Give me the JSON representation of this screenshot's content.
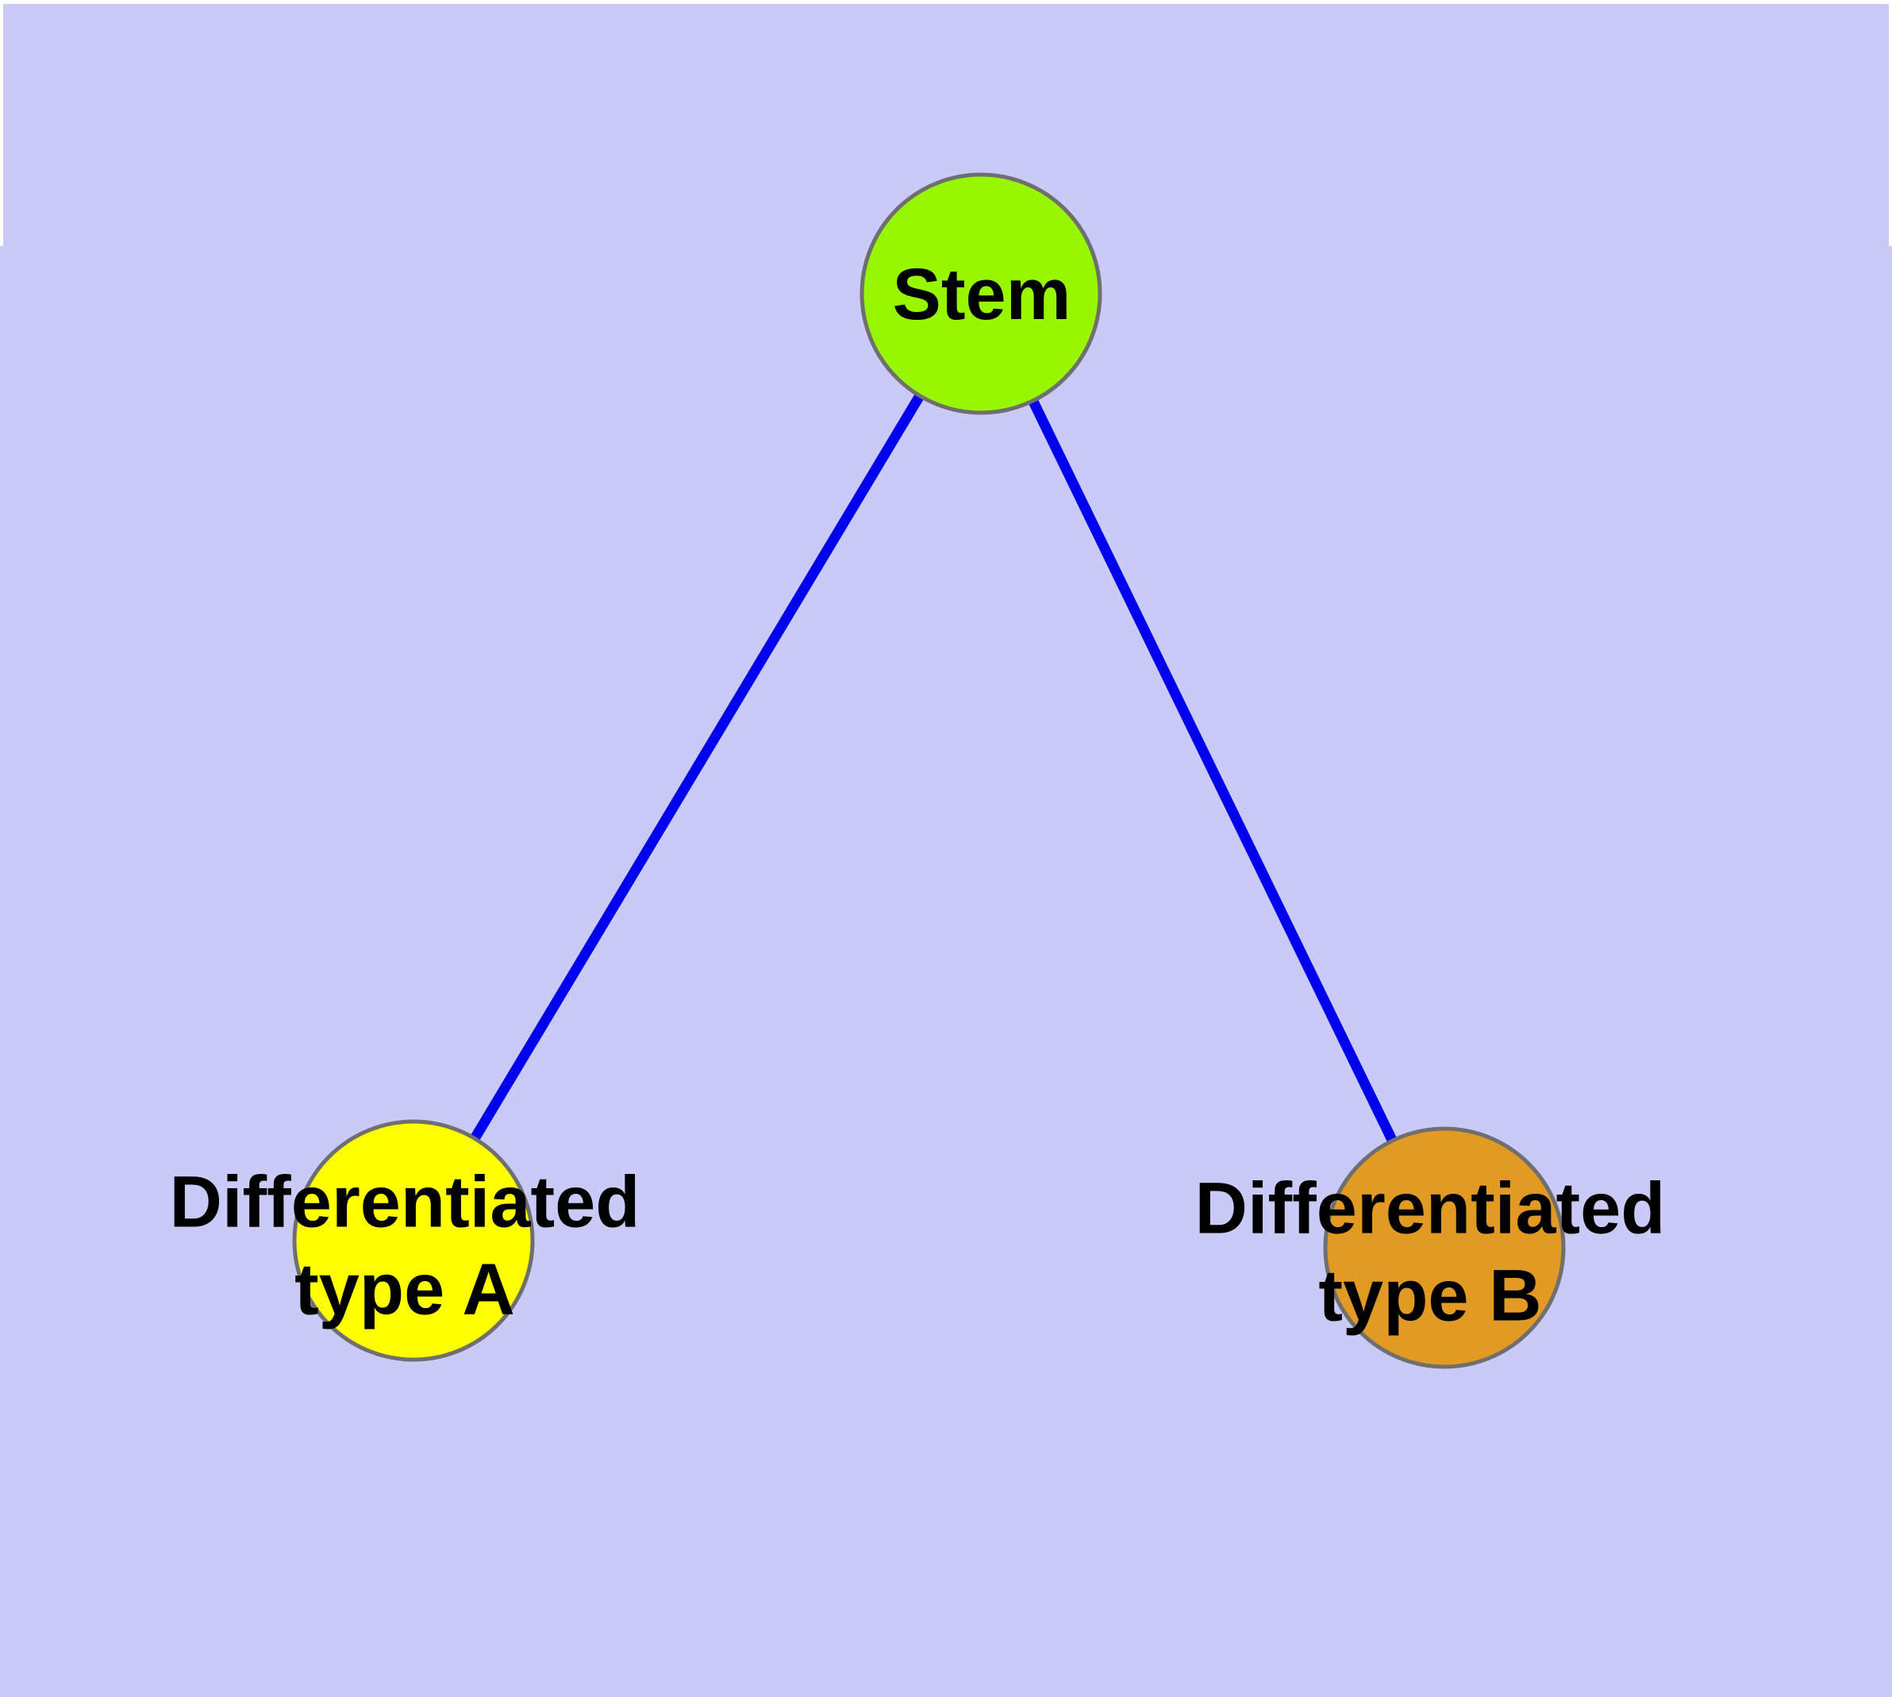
{
  "page": {
    "frame_color": "#FFFFFF"
  },
  "diagram": {
    "background_color": "#CACAF6",
    "edge_color": "#0000EE",
    "node_border_color": "#6F6F6F",
    "label_text_color": "#000000",
    "nodes": [
      {
        "id": "stem",
        "label": "Stem",
        "fill": "#96F700"
      },
      {
        "id": "differentiated-type-a",
        "label": "Differentiated\ntype A",
        "fill": "#FFFF00"
      },
      {
        "id": "differentiated-type-b",
        "label": "Differentiated\ntype B",
        "fill": "#E29A22"
      }
    ],
    "edges": [
      {
        "from": "Stem",
        "to": "Differentiated type A"
      },
      {
        "from": "Stem",
        "to": "Differentiated type B"
      }
    ]
  }
}
